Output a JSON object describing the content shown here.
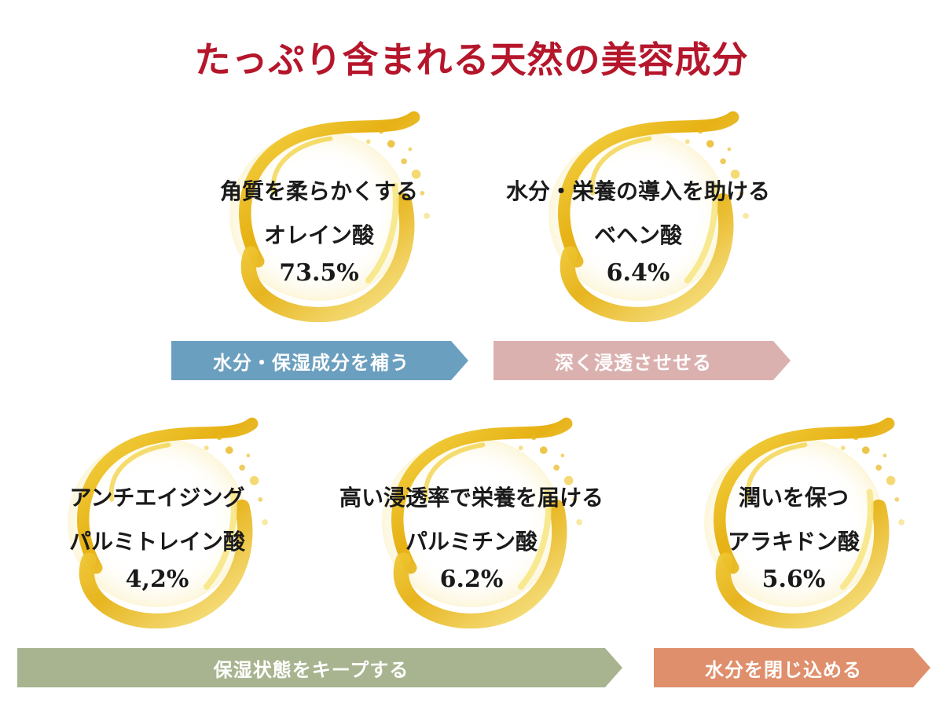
{
  "title": "たっぷり含まれる天然の美容成分",
  "ingredients": [
    {
      "benefit": "角質を柔らかくする",
      "name": "オレイン酸",
      "percent": "73.5%"
    },
    {
      "benefit": "水分・栄養の導入を助ける",
      "name": "ベヘン酸",
      "percent": "6.4%"
    },
    {
      "benefit": "アンチエイジング",
      "name": "パルミトレイン酸",
      "percent": "4,2%"
    },
    {
      "benefit": "高い浸透率で栄養を届ける",
      "name": "パルミチン酸",
      "percent": "6.2%"
    },
    {
      "benefit": "潤いを保つ",
      "name": "アラキドン酸",
      "percent": "5.6%"
    }
  ],
  "arrows": [
    {
      "label": "水分・保湿成分を補う",
      "color": "#6b9fbf"
    },
    {
      "label": "深く浸透させせる",
      "color": "#dbb1b0"
    },
    {
      "label": "保湿状態をキープする",
      "color": "#a8b48f"
    },
    {
      "label": "水分を閉じ込める",
      "color": "#df8f6c"
    }
  ],
  "colors": {
    "title": "#b5162b",
    "swirl_gold": "#e8b71b",
    "swirl_light": "#f7e585"
  }
}
